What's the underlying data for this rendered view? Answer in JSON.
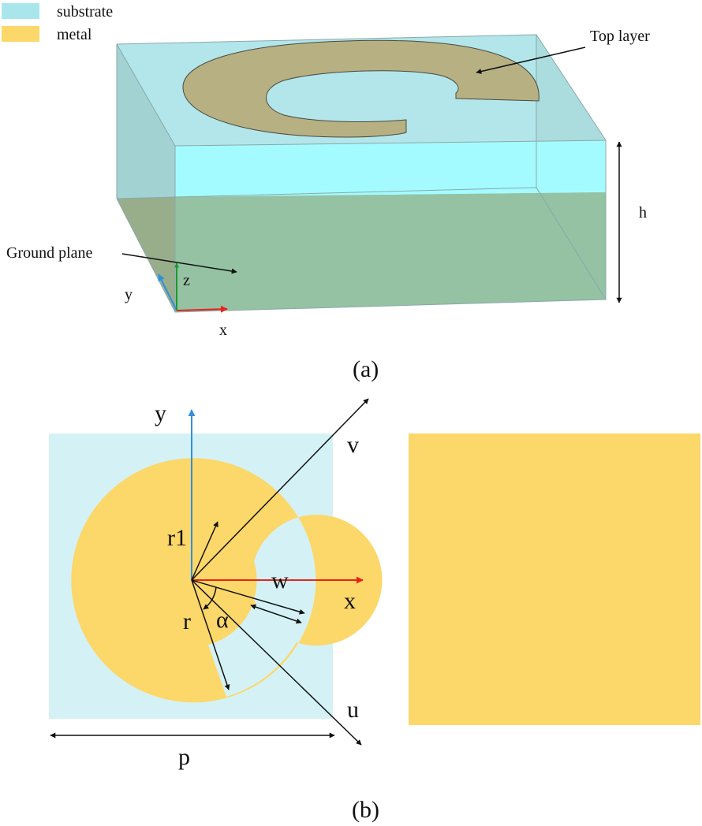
{
  "colors": {
    "substrate": "#a9e6ec",
    "substrate_front": "#a4fbff",
    "metal": "#fcd769",
    "top_layer": "#b7b082",
    "ground": "#94c2a3",
    "ground_side": "#9a9e78",
    "axis_x": "#e8231c",
    "axis_y": "#2f8fe0",
    "axis_z": "#1b9a2c",
    "ink": "#111111"
  },
  "legend": [
    {
      "label": "substrate",
      "color": "#a9e6ec"
    },
    {
      "label": "metal",
      "color": "#fcd769"
    }
  ],
  "panel_a": {
    "top_layer_label": "Top layer",
    "ground_plane_label": "Ground plane",
    "height_label": "h",
    "axis_x": "x",
    "axis_y": "y",
    "axis_z": "z",
    "caption": "(a)"
  },
  "panel_b": {
    "axis_y": "y",
    "axis_x": "x",
    "axis_v": "v",
    "axis_u": "u",
    "label_r1": "r1",
    "label_r": "r",
    "label_w": "w",
    "label_alpha": "α",
    "label_p": "p",
    "caption": "(b)"
  }
}
